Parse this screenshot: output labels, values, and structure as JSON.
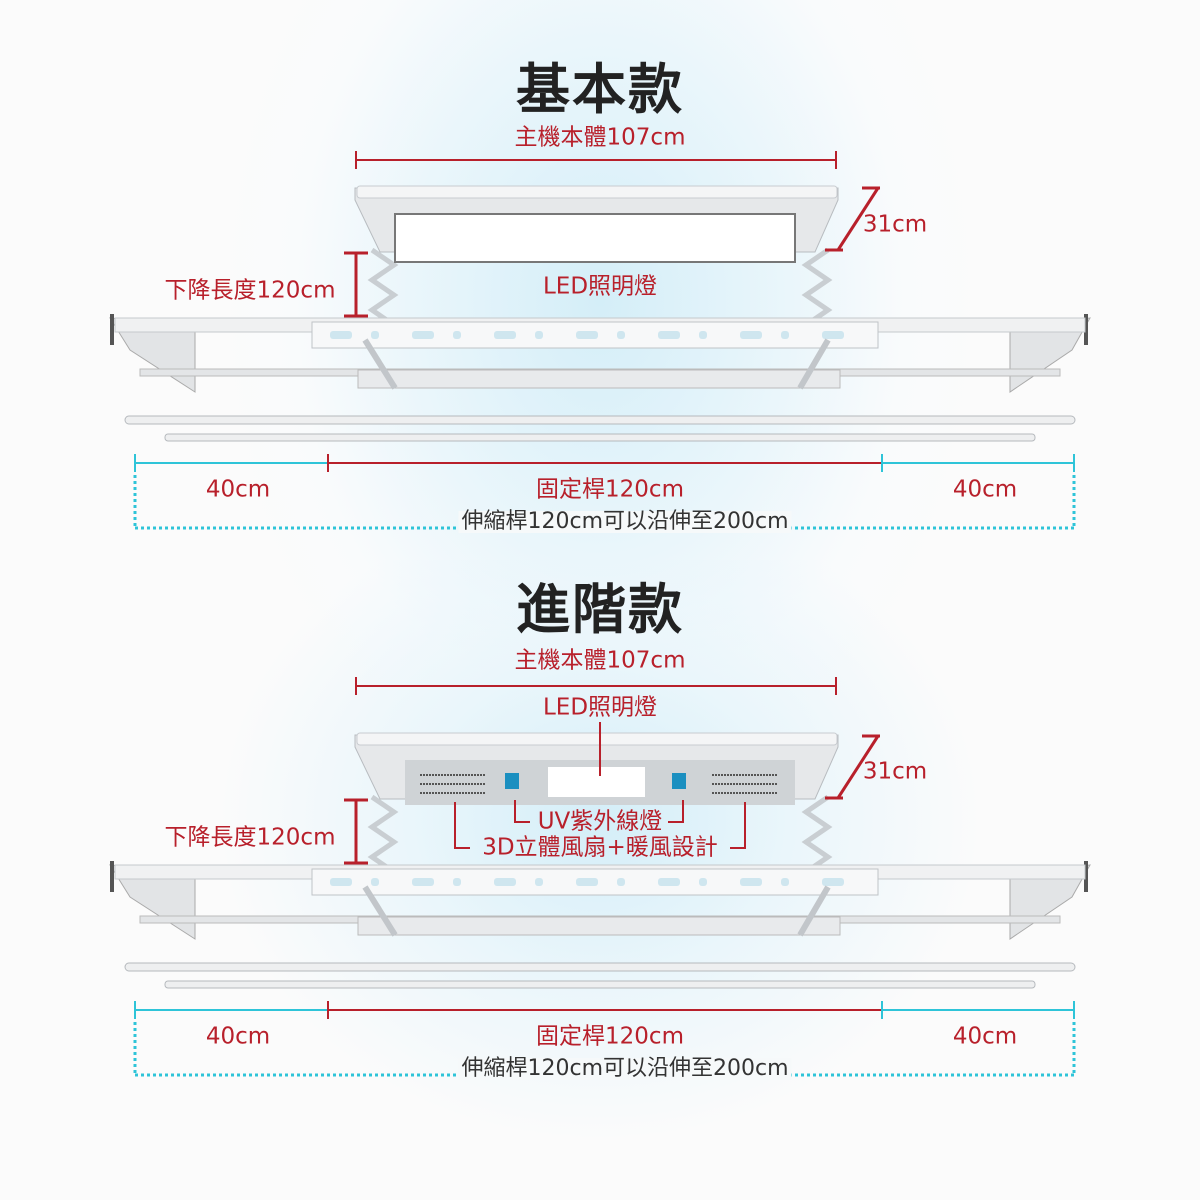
{
  "colors": {
    "red": "#b8202b",
    "cyan": "#2ec4d8",
    "title": "#222222"
  },
  "basic": {
    "title": "基本款",
    "body_width": "主機本體107cm",
    "height": "31cm",
    "drop": "下降長度120cm",
    "led": "LED照明燈",
    "left_ext": "40cm",
    "fixed_rod": "固定桿120cm",
    "right_ext": "40cm",
    "telescopic": "伸縮桿120cm可以沿伸至200cm"
  },
  "advanced": {
    "title": "進階款",
    "body_width": "主機本體107cm",
    "led": "LED照明燈",
    "height": "31cm",
    "uv": "UV紫外線燈",
    "drop": "下降長度120cm",
    "fan": "3D立體風扇+暖風設計",
    "left_ext": "40cm",
    "fixed_rod": "固定桿120cm",
    "right_ext": "40cm",
    "telescopic": "伸縮桿120cm可以沿伸至200cm"
  }
}
